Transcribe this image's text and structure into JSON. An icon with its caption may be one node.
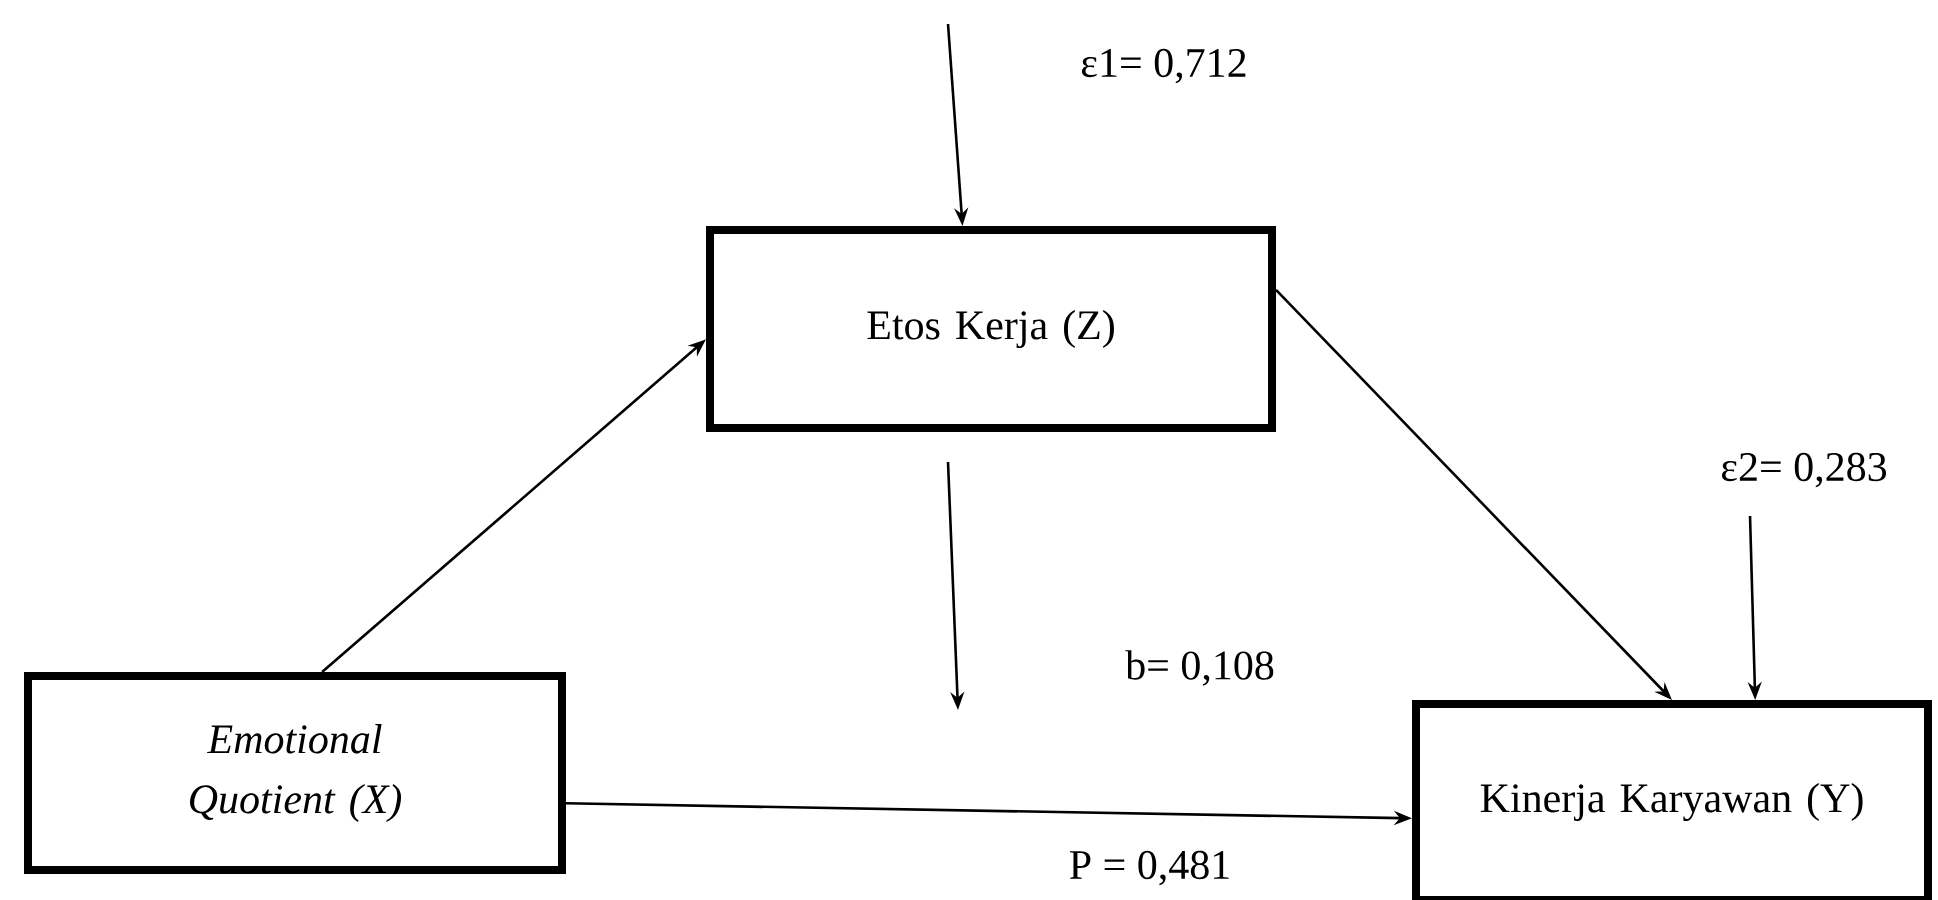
{
  "diagram": {
    "nodes": [
      {
        "text": [
          "Etos Kerja (Z)"
        ]
      },
      {
        "text": [
          "Emotional Quotient (X)"
        ]
      },
      {
        "text": [
          "Kinerja Karyawan (Y)"
        ]
      }
    ],
    "edges": [
      {
        "from": null,
        "to": 0,
        "arrow": "to",
        "label": "ε1= 0,712"
      },
      {
        "from": 1,
        "to": 0,
        "arrow": "to"
      },
      {
        "from": 0,
        "to": 2,
        "arrow": "to"
      },
      {
        "from": null,
        "to": 2,
        "arrow": "to",
        "label": "ε2= 0,283"
      },
      {
        "from": 1,
        "to": 2,
        "arrow": "to",
        "label": "P = 0,481"
      }
    ],
    "labels": [
      "b= 0,108"
    ]
  }
}
